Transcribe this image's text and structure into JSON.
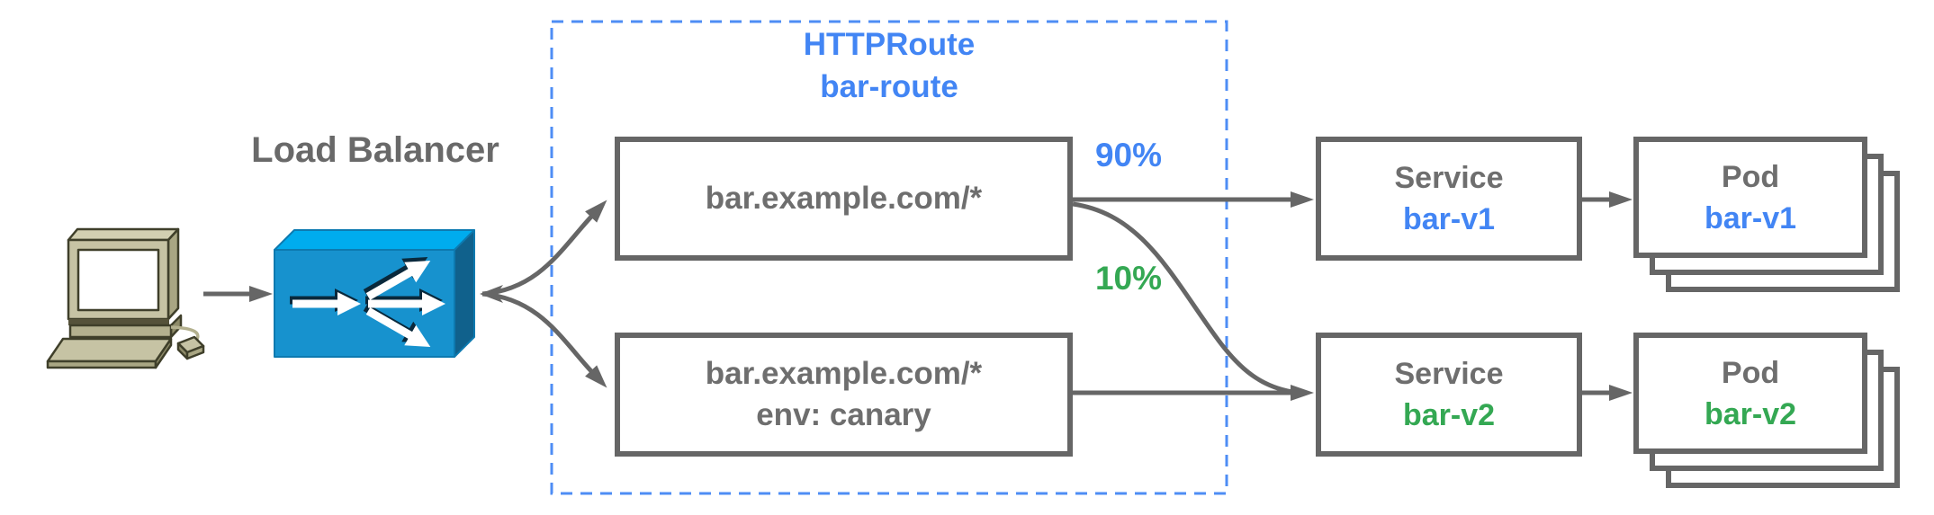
{
  "client": {
    "icon": "desktop-computer"
  },
  "load_balancer": {
    "label": "Load Balancer",
    "icon": "load-balancer-cube"
  },
  "httproute": {
    "kind": "HTTPRoute",
    "name": "bar-route",
    "rules": [
      {
        "host": "bar.example.com/*",
        "header": "",
        "weight": "90%"
      },
      {
        "host": "bar.example.com/*",
        "header": "env: canary",
        "weight": "10%"
      }
    ]
  },
  "backends": [
    {
      "service_kind": "Service",
      "service_name": "bar-v1",
      "pod_kind": "Pod",
      "pod_name": "bar-v1",
      "accent": "#4285f4"
    },
    {
      "service_kind": "Service",
      "service_name": "bar-v2",
      "pod_kind": "Pod",
      "pod_name": "bar-v2",
      "accent": "#34a853"
    }
  ],
  "colors": {
    "blue": "#4285f4",
    "green": "#34a853",
    "text_gray": "#6e6e6e",
    "line_gray": "#666666",
    "dash_blue": "#4e8df5",
    "lb_top": "#00acee",
    "lb_front": "#1792ce",
    "lb_side": "#10618c"
  }
}
